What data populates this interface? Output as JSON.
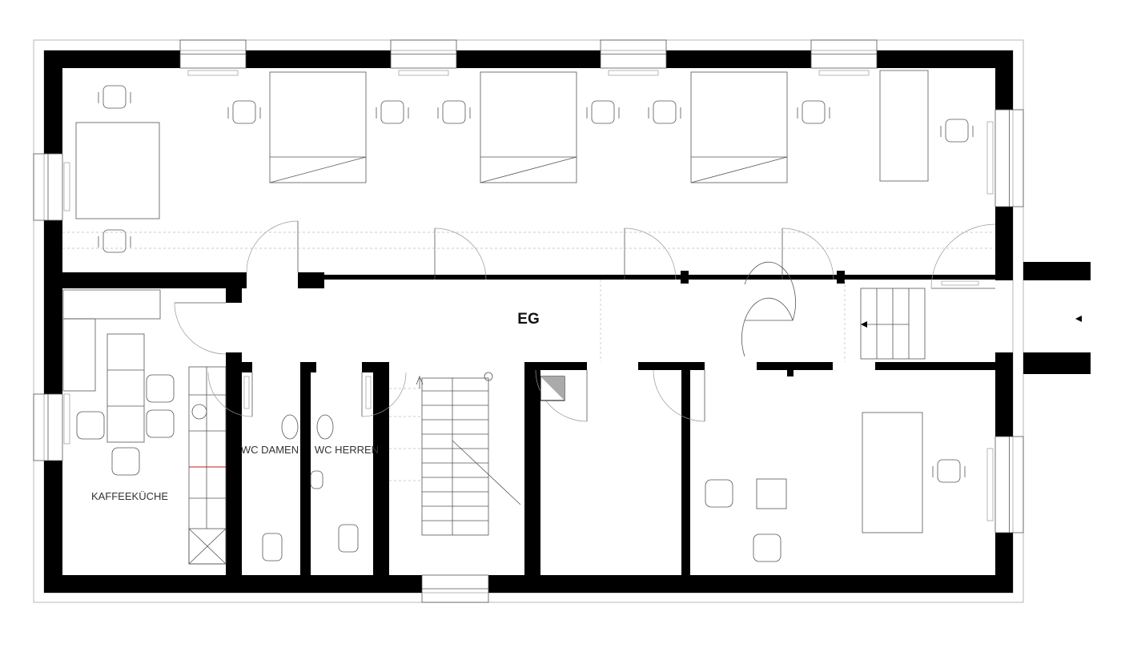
{
  "plan": {
    "floor_label": "EG",
    "rooms": {
      "kitchen": "KAFFEEKÜCHE",
      "wc_women": "WC DAMEN",
      "wc_men": "WC HERREN"
    },
    "colors": {
      "wall": "#000000",
      "line": "#555555",
      "accent": "#cc0000"
    }
  }
}
